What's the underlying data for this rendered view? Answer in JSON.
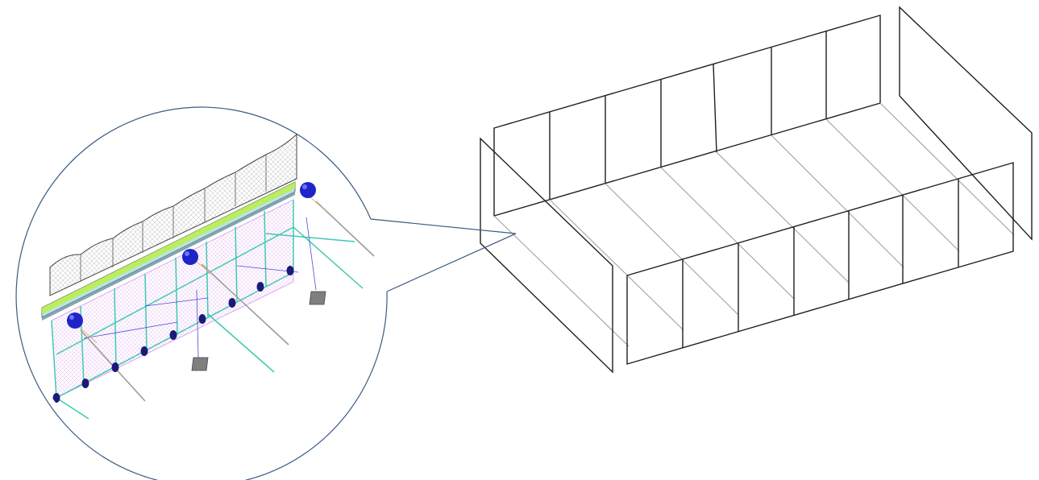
{
  "figure": {
    "left_panel": "detail-zoom",
    "right_panel": "layout-overview"
  },
  "colors": {
    "background": "#ffffff",
    "outline": "#1f1f1f",
    "floor_lines": "#9a9a9a",
    "callout": "#3a5b82",
    "net_mesh": "#b9b9b9",
    "netting_pink": "#d9a8e6",
    "frame_teal": "#3fc9b2",
    "floater_blue": "#1e24c8",
    "sinker_navy": "#1b1a78",
    "walkway_green": "#b8f04a",
    "walkway_blue": "#bfe0ea",
    "anchor_gray": "#7f7f7f",
    "mooring_gray": "#9c9c9c",
    "brace_orange": "#f0b070"
  },
  "icons": [
    "magnifier-callout",
    "floater-buoy",
    "sinker-weight",
    "anchor-block"
  ]
}
